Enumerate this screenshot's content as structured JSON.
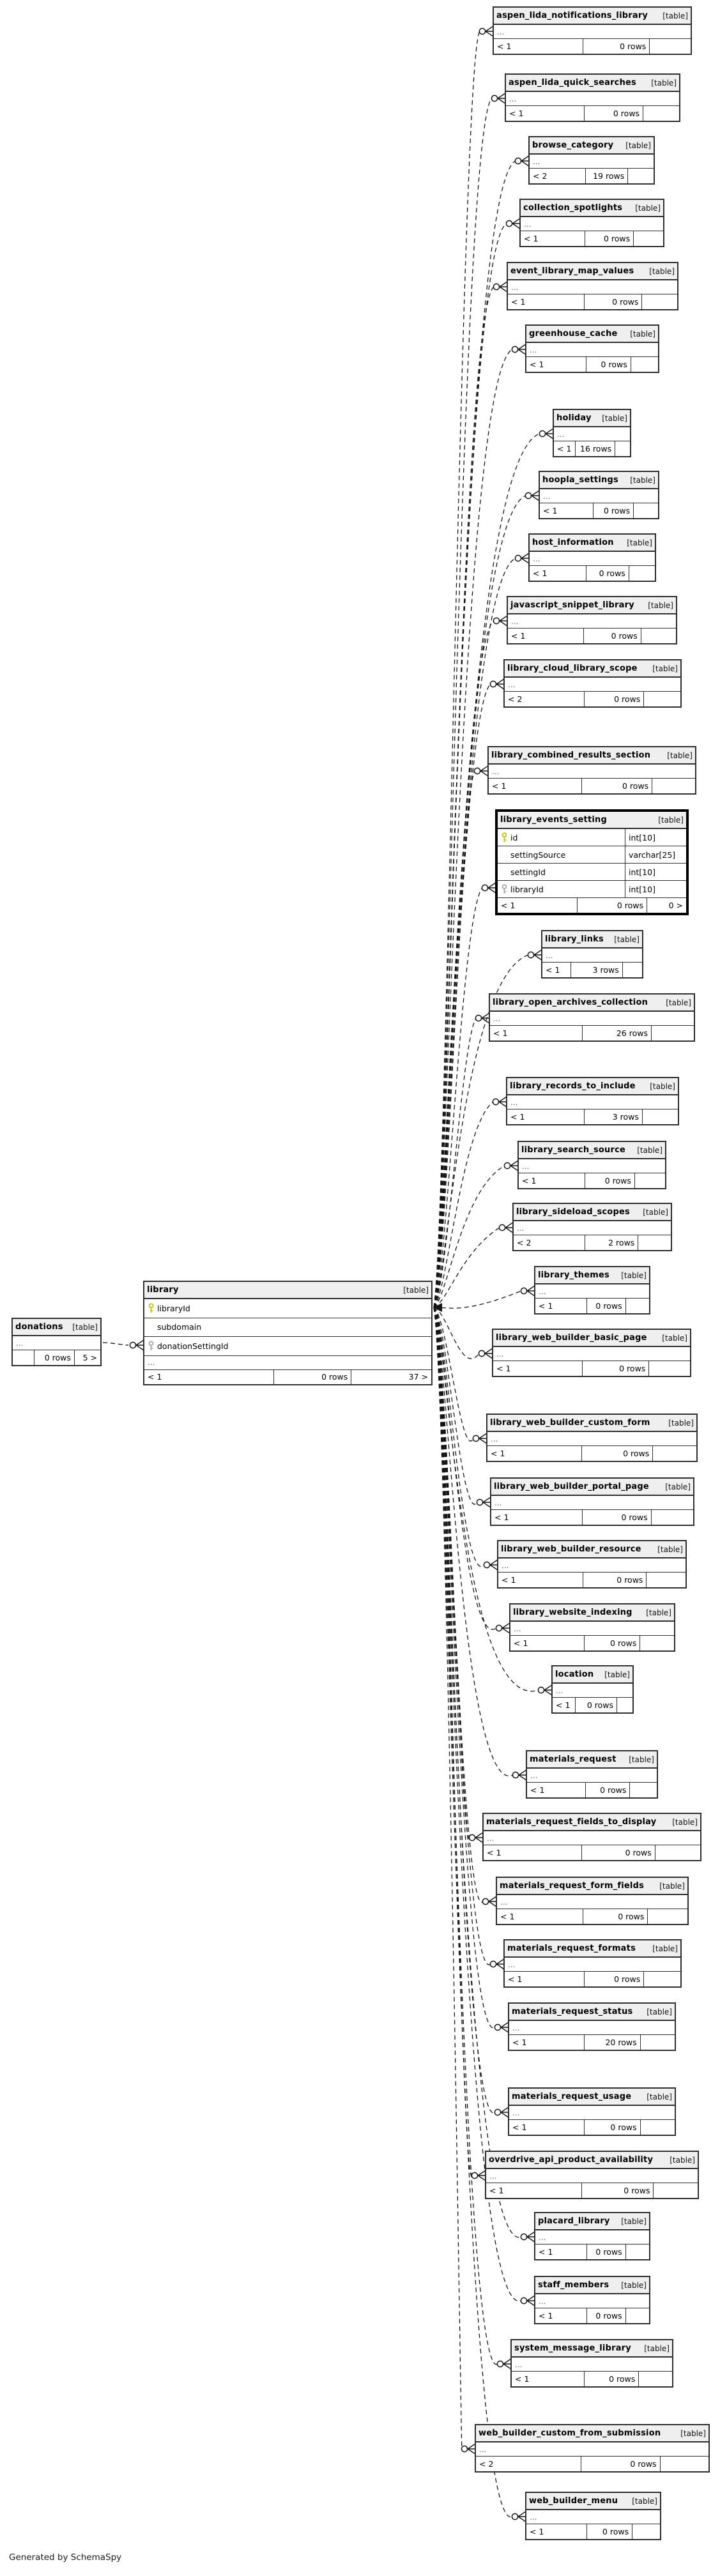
{
  "credit": "Generated by SchemaSpy",
  "diagram": {
    "focus_table": "library_events_setting",
    "hub_table": "library",
    "legend": {
      "primary_key_color": "#c6cc16",
      "foreign_key_color": "#b3b3b3"
    },
    "tables": [
      {
        "name": "aspen_lida_notifications_library",
        "suffix": "[table]",
        "parents": "< 1",
        "rows": "0 rows",
        "children": "",
        "ellipsis": "...",
        "role": "child"
      },
      {
        "name": "aspen_lida_quick_searches",
        "suffix": "[table]",
        "parents": "< 1",
        "rows": "0 rows",
        "children": "",
        "ellipsis": "...",
        "role": "child"
      },
      {
        "name": "browse_category",
        "suffix": "[table]",
        "parents": "< 2",
        "rows": "19 rows",
        "children": "",
        "ellipsis": "...",
        "role": "child"
      },
      {
        "name": "collection_spotlights",
        "suffix": "[table]",
        "parents": "< 1",
        "rows": "0 rows",
        "children": "",
        "ellipsis": "...",
        "role": "child"
      },
      {
        "name": "event_library_map_values",
        "suffix": "[table]",
        "parents": "< 1",
        "rows": "0 rows",
        "children": "",
        "ellipsis": "...",
        "role": "child"
      },
      {
        "name": "greenhouse_cache",
        "suffix": "[table]",
        "parents": "< 1",
        "rows": "0 rows",
        "children": "",
        "ellipsis": "...",
        "role": "child"
      },
      {
        "name": "holiday",
        "suffix": "[table]",
        "parents": "< 1",
        "rows": "16 rows",
        "children": "",
        "ellipsis": "...",
        "role": "child"
      },
      {
        "name": "hoopla_settings",
        "suffix": "[table]",
        "parents": "< 1",
        "rows": "0 rows",
        "children": "",
        "ellipsis": "...",
        "role": "child"
      },
      {
        "name": "host_information",
        "suffix": "[table]",
        "parents": "< 1",
        "rows": "0 rows",
        "children": "",
        "ellipsis": "...",
        "role": "child"
      },
      {
        "name": "javascript_snippet_library",
        "suffix": "[table]",
        "parents": "< 1",
        "rows": "0 rows",
        "children": "",
        "ellipsis": "...",
        "role": "child"
      },
      {
        "name": "library_cloud_library_scope",
        "suffix": "[table]",
        "parents": "< 2",
        "rows": "0 rows",
        "children": "",
        "ellipsis": "...",
        "role": "child"
      },
      {
        "name": "library_combined_results_section",
        "suffix": "[table]",
        "parents": "< 1",
        "rows": "0 rows",
        "children": "",
        "ellipsis": "...",
        "role": "child"
      },
      {
        "name": "library_events_setting",
        "suffix": "[table]",
        "parents": "< 1",
        "rows": "0 rows",
        "children": "0 >",
        "role": "child",
        "columns": [
          {
            "key": "primary-key",
            "name": "id",
            "type": "int[10]"
          },
          {
            "key": "",
            "name": "settingSource",
            "type": "varchar[25]"
          },
          {
            "key": "",
            "name": "settingId",
            "type": "int[10]"
          },
          {
            "key": "foreign-key",
            "name": "libraryId",
            "type": "int[10]"
          }
        ]
      },
      {
        "name": "library_links",
        "suffix": "[table]",
        "parents": "< 1",
        "rows": "3 rows",
        "children": "",
        "ellipsis": "...",
        "role": "child"
      },
      {
        "name": "library_open_archives_collection",
        "suffix": "[table]",
        "parents": "< 1",
        "rows": "26 rows",
        "children": "",
        "ellipsis": "...",
        "role": "child"
      },
      {
        "name": "library_records_to_include",
        "suffix": "[table]",
        "parents": "< 1",
        "rows": "3 rows",
        "children": "",
        "ellipsis": "...",
        "role": "child"
      },
      {
        "name": "library_search_source",
        "suffix": "[table]",
        "parents": "< 1",
        "rows": "0 rows",
        "children": "",
        "ellipsis": "...",
        "role": "child"
      },
      {
        "name": "library_sideload_scopes",
        "suffix": "[table]",
        "parents": "< 2",
        "rows": "2 rows",
        "children": "",
        "ellipsis": "...",
        "role": "child"
      },
      {
        "name": "library_themes",
        "suffix": "[table]",
        "parents": "< 1",
        "rows": "0 rows",
        "children": "",
        "ellipsis": "...",
        "role": "child"
      },
      {
        "name": "library_web_builder_basic_page",
        "suffix": "[table]",
        "parents": "< 1",
        "rows": "0 rows",
        "children": "",
        "ellipsis": "...",
        "role": "child"
      },
      {
        "name": "library_web_builder_custom_form",
        "suffix": "[table]",
        "parents": "< 1",
        "rows": "0 rows",
        "children": "",
        "ellipsis": "...",
        "role": "child"
      },
      {
        "name": "library_web_builder_portal_page",
        "suffix": "[table]",
        "parents": "< 1",
        "rows": "0 rows",
        "children": "",
        "ellipsis": "...",
        "role": "child"
      },
      {
        "name": "library_web_builder_resource",
        "suffix": "[table]",
        "parents": "< 1",
        "rows": "0 rows",
        "children": "",
        "ellipsis": "...",
        "role": "child"
      },
      {
        "name": "library_website_indexing",
        "suffix": "[table]",
        "parents": "< 1",
        "rows": "0 rows",
        "children": "",
        "ellipsis": "...",
        "role": "child"
      },
      {
        "name": "location",
        "suffix": "[table]",
        "parents": "< 1",
        "rows": "0 rows",
        "children": "",
        "ellipsis": "...",
        "role": "child"
      },
      {
        "name": "materials_request",
        "suffix": "[table]",
        "parents": "< 1",
        "rows": "0 rows",
        "children": "",
        "ellipsis": "...",
        "role": "child"
      },
      {
        "name": "materials_request_fields_to_display",
        "suffix": "[table]",
        "parents": "< 1",
        "rows": "0 rows",
        "children": "",
        "ellipsis": "...",
        "role": "child"
      },
      {
        "name": "materials_request_form_fields",
        "suffix": "[table]",
        "parents": "< 1",
        "rows": "0 rows",
        "children": "",
        "ellipsis": "...",
        "role": "child"
      },
      {
        "name": "materials_request_formats",
        "suffix": "[table]",
        "parents": "< 1",
        "rows": "0 rows",
        "children": "",
        "ellipsis": "...",
        "role": "child"
      },
      {
        "name": "materials_request_status",
        "suffix": "[table]",
        "parents": "< 1",
        "rows": "20 rows",
        "children": "",
        "ellipsis": "...",
        "role": "child"
      },
      {
        "name": "materials_request_usage",
        "suffix": "[table]",
        "parents": "< 1",
        "rows": "0 rows",
        "children": "",
        "ellipsis": "...",
        "role": "child"
      },
      {
        "name": "overdrive_api_product_availability",
        "suffix": "[table]",
        "parents": "< 1",
        "rows": "0 rows",
        "children": "",
        "ellipsis": "...",
        "role": "child"
      },
      {
        "name": "placard_library",
        "suffix": "[table]",
        "parents": "< 1",
        "rows": "0 rows",
        "children": "",
        "ellipsis": "...",
        "role": "child"
      },
      {
        "name": "staff_members",
        "suffix": "[table]",
        "parents": "< 1",
        "rows": "0 rows",
        "children": "",
        "ellipsis": "...",
        "role": "child"
      },
      {
        "name": "system_message_library",
        "suffix": "[table]",
        "parents": "< 1",
        "rows": "0 rows",
        "children": "",
        "ellipsis": "...",
        "role": "child"
      },
      {
        "name": "web_builder_custom_from_submission",
        "suffix": "[table]",
        "parents": "< 2",
        "rows": "0 rows",
        "children": "",
        "ellipsis": "...",
        "role": "child"
      },
      {
        "name": "web_builder_menu",
        "suffix": "[table]",
        "parents": "< 1",
        "rows": "0 rows",
        "children": "",
        "ellipsis": "...",
        "role": "child"
      },
      {
        "name": "library",
        "suffix": "[table]",
        "parents": "< 1",
        "rows": "0 rows",
        "children": "37 >",
        "ellipsis": "...",
        "role": "hub",
        "columns": [
          {
            "key": "primary-key",
            "name": "libraryId"
          },
          {
            "key": "",
            "name": "subdomain"
          },
          {
            "key": "foreign-key",
            "name": "donationSettingId"
          }
        ]
      },
      {
        "name": "donations",
        "suffix": "[table]",
        "parents": "",
        "rows": "0 rows",
        "children": "5 >",
        "ellipsis": "...",
        "role": "parent"
      }
    ]
  }
}
